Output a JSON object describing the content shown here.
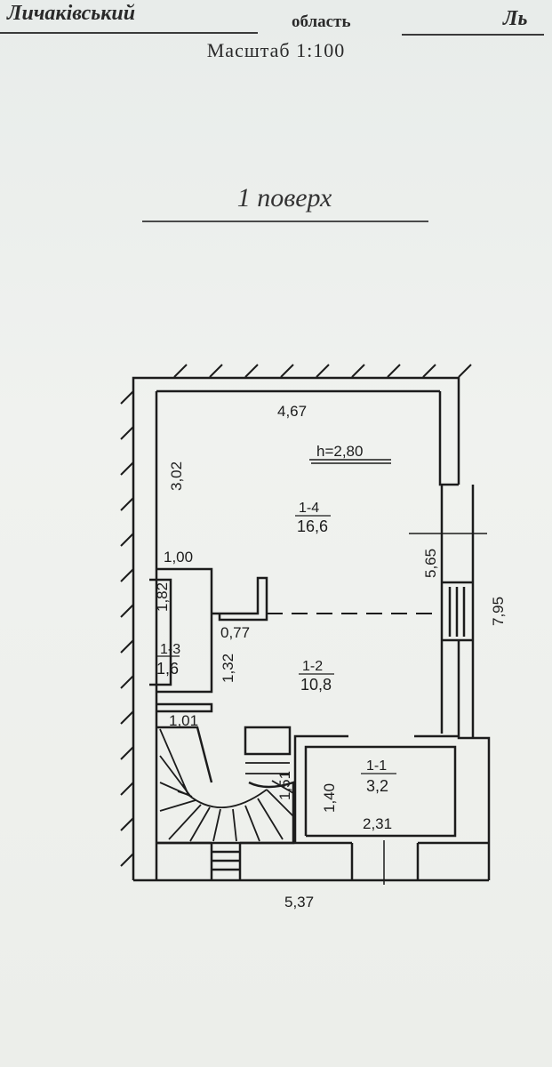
{
  "header": {
    "district": "Личаківський",
    "region_label": "область",
    "region_fragment": "Ль",
    "scale": "Масштаб 1:100"
  },
  "floor_title": "1 поверх",
  "plan": {
    "height_label": "h=2,80",
    "rooms": [
      {
        "number": "1-1",
        "area": "3,2"
      },
      {
        "number": "1-2",
        "area": "10,8"
      },
      {
        "number": "1-3",
        "area": "1,6"
      },
      {
        "number": "1-4",
        "area": "16,6"
      }
    ],
    "dimensions": {
      "top_width": "4,67",
      "left_upper": "3,02",
      "ledge": "1,00",
      "closet_height": "1,82",
      "partition": "0,77",
      "closet_side": "1,32",
      "stair_top": "1,01",
      "stair_width": "1,51",
      "room11_height": "1,40",
      "room11_width": "2,31",
      "right_upper": "5,65",
      "total_height": "7,95",
      "total_width": "5,37"
    }
  },
  "colors": {
    "room_number": "#b3342e",
    "ink": "#1c1c1c"
  }
}
